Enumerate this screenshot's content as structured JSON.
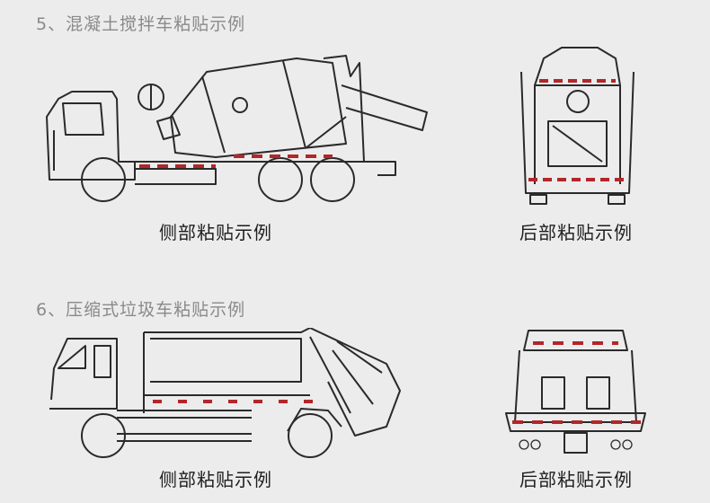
{
  "sections": [
    {
      "heading": "5、混凝土搅拌车粘贴示例",
      "side_caption": "侧部粘贴示例",
      "rear_caption": "后部粘贴示例"
    },
    {
      "heading": "6、压缩式垃圾车粘贴示例",
      "side_caption": "侧部粘贴示例",
      "rear_caption": "后部粘贴示例"
    }
  ],
  "colors": {
    "background": "#ececec",
    "line": "#2a2a2a",
    "reflective_tape": "#b3262a",
    "heading": "#8a8a8a"
  }
}
